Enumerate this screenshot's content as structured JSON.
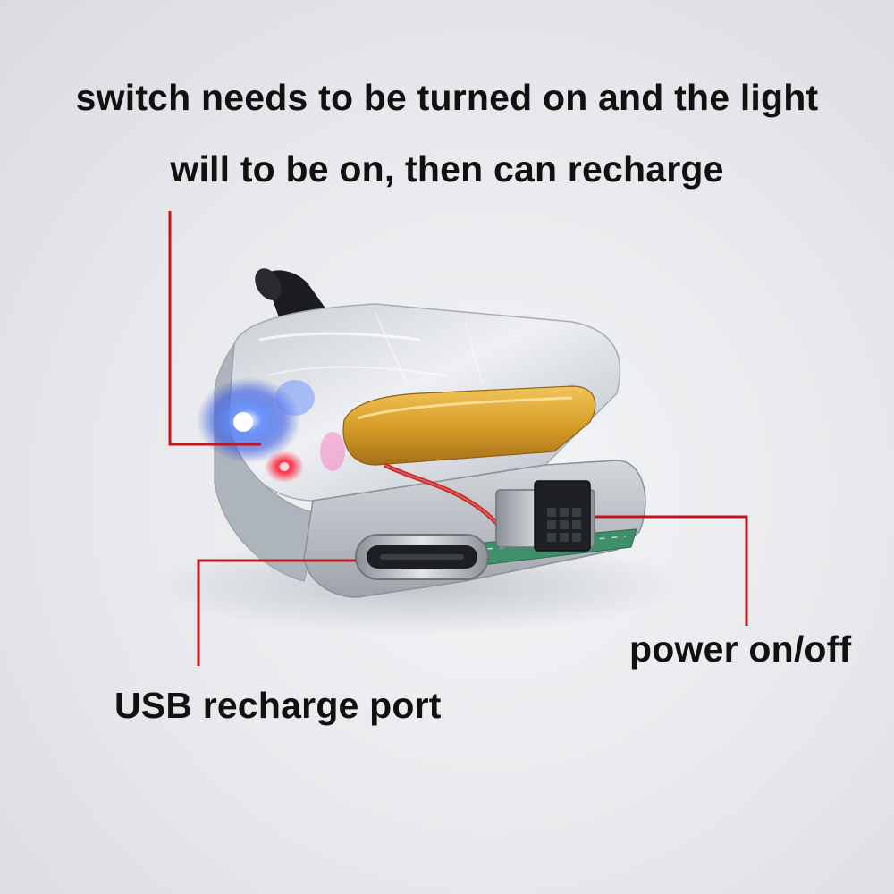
{
  "annotations": {
    "top_line_1": "switch needs to be turned on and the light",
    "top_line_2": "will to be on, then can recharge",
    "usb_label": "USB recharge port",
    "power_label": "power on/off"
  },
  "colors": {
    "background": "#e6e8eb",
    "callout_line": "#c0161c",
    "caption_text": "#111111",
    "led_blue": "#3a6bff",
    "led_red": "#ff2a3a",
    "battery_tape": "#d9a22a"
  },
  "icons": [
    "usb-c-port-icon",
    "power-switch-icon",
    "led-indicator-icon"
  ]
}
